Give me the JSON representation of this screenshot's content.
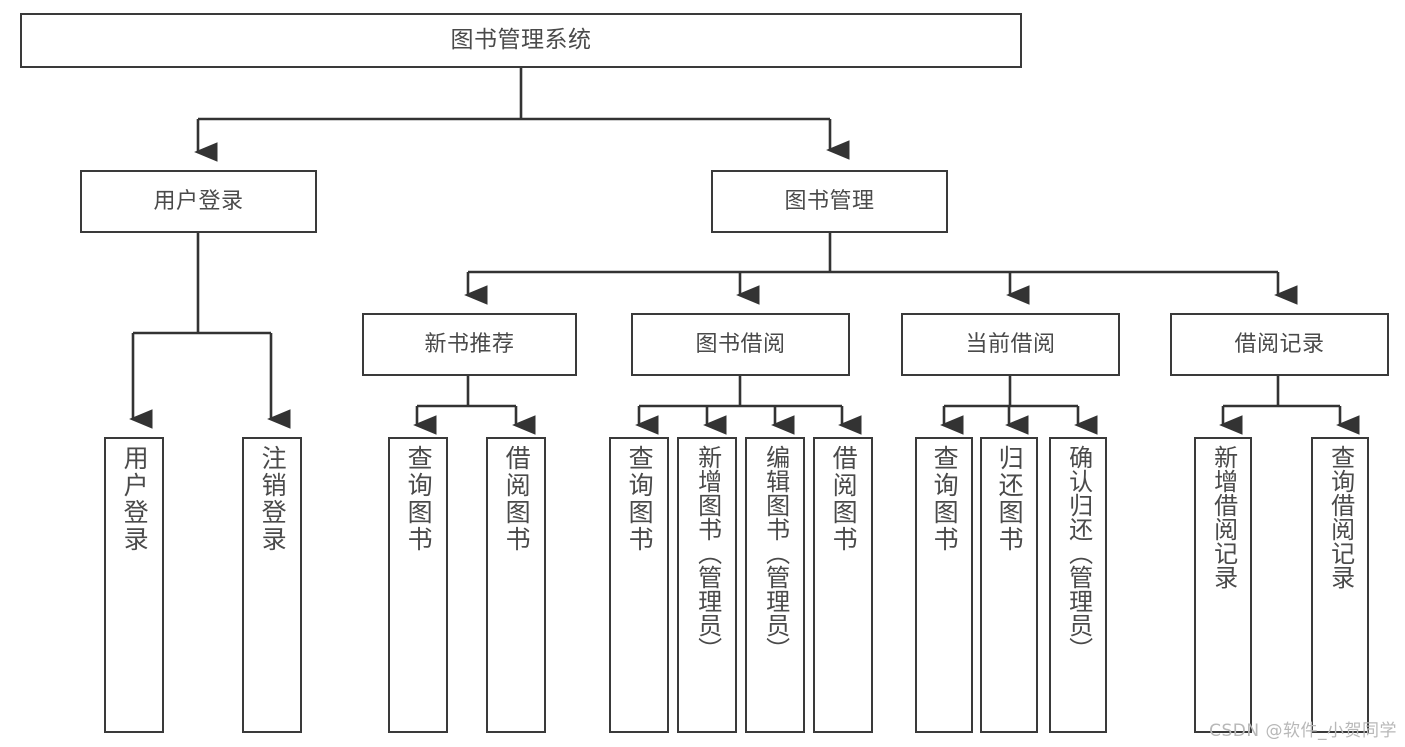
{
  "diagram": {
    "title": "图书管理系统",
    "type": "tree-hierarchy-chart",
    "colors": {
      "stroke": "#3a3a3a",
      "text": "#4a4a4a",
      "background": "#ffffff",
      "watermark": "#b8b8b8"
    },
    "nodes": {
      "root": {
        "label": "图书管理系统"
      },
      "level1": [
        {
          "label": "用户登录"
        },
        {
          "label": "图书管理"
        }
      ],
      "level2": [
        {
          "label": "新书推荐"
        },
        {
          "label": "图书借阅"
        },
        {
          "label": "当前借阅"
        },
        {
          "label": "借阅记录"
        }
      ],
      "leaves_user_login": [
        {
          "label": "用户登录"
        },
        {
          "label": "注销登录"
        }
      ],
      "leaves_new_books": [
        {
          "label": "查询图书"
        },
        {
          "label": "借阅图书"
        }
      ],
      "leaves_book_borrow": [
        {
          "label": "查询图书"
        },
        {
          "label": "新增图书（管理员）"
        },
        {
          "label": "编辑图书（管理员）"
        },
        {
          "label": "借阅图书"
        }
      ],
      "leaves_current_borrow": [
        {
          "label": "查询图书"
        },
        {
          "label": "归还图书"
        },
        {
          "label": "确认归还（管理员）"
        }
      ],
      "leaves_borrow_records": [
        {
          "label": "新增借阅记录"
        },
        {
          "label": "查询借阅记录"
        }
      ]
    },
    "watermark": "CSDN @软件_小贺同学"
  }
}
